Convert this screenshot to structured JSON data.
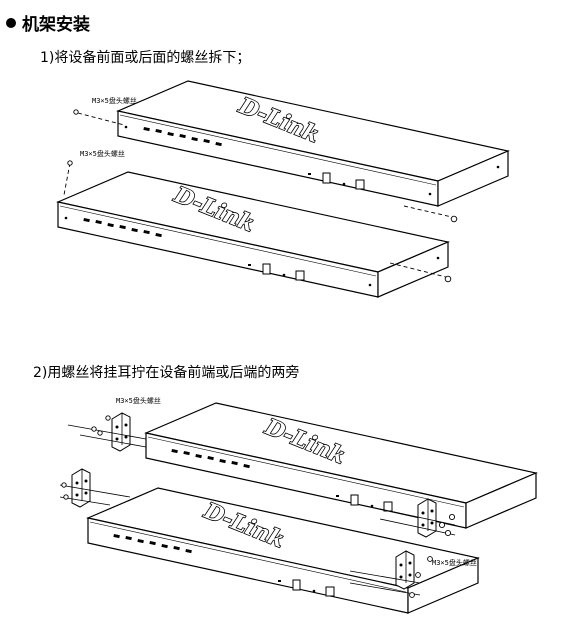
{
  "section": {
    "title": "机架安装",
    "bullet_icon": "filled-circle-bullet-icon"
  },
  "steps": [
    {
      "text": "1)将设备前面或后面的螺丝拆下；"
    },
    {
      "text": "2)用螺丝将挂耳拧在设备前端或后端的两旁"
    }
  ],
  "figure1": {
    "brand": "D-Link",
    "screw_label_top": "M3×5盘头螺丝",
    "screw_label_side": "M3×5盘头螺丝"
  },
  "figure2": {
    "brand": "D-Link",
    "screw_label_top": "M3×5盘头螺丝",
    "screw_label_right": "M3×5盘头螺丝"
  }
}
